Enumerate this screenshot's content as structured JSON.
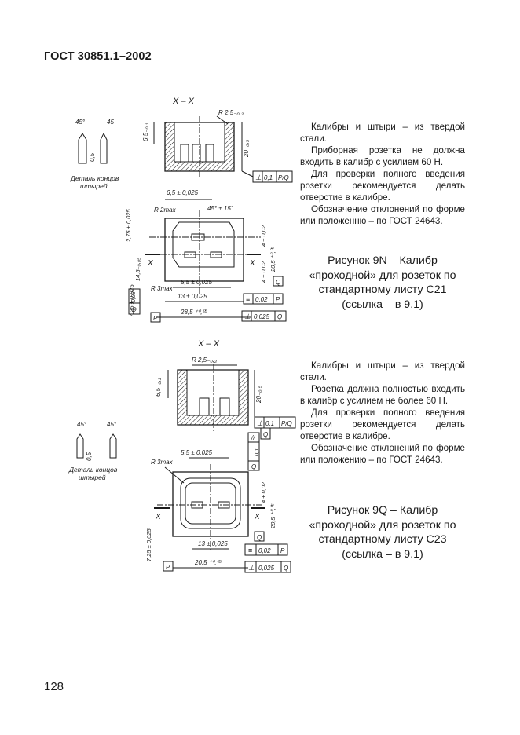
{
  "header": {
    "title": "ГОСТ 30851.1–2002"
  },
  "page_number": "128",
  "figure_9n": {
    "section_label": "X – X",
    "notes": [
      "Калибры и штыри – из твердой стали.",
      "Приборная розетка не должна входить в калибр с усилием 60 Н.",
      "Для проверки полного введения розетки рекомендуется делать отверстие в калибре.",
      "Обозначение отклонений по форме или положенню – по ГОСТ 24643."
    ],
    "caption": "Рисунок 9N – Калибр «проходной» для розеток по стандартному листу С21 (ссылка – в 9.1)",
    "pin_detail_label": [
      "Деталь концов",
      "штырей"
    ],
    "dims": {
      "r_top": "R 2,5₋₀,₂",
      "h_left": "6,5₋₀,₁",
      "h_right": "20₋₀,₅",
      "top_w": "6,5 ± 0,025",
      "r2max": "R 2max",
      "angle": "45° ± 15'",
      "left_v1": "2,75 ± 0,025",
      "left_v2": "14,5₋₀,₀₅",
      "left_v3": "7,25 ± 0,025",
      "right_v1": "4 ± 0,02",
      "right_v2": "20,5 ⁺⁰,⁰⁵",
      "right_v3": "4 ± 0,02",
      "r3max": "R 3max",
      "bot_w1": "5,5 ± 0,025",
      "bot_w2": "13 ± 0,025",
      "bot_w3": "28,5 ⁺⁰,⁰⁵",
      "pin_h": "0,5",
      "angle_a": "45°",
      "angle_b": "45",
      "x": "X"
    },
    "tolerances": {
      "perp_top": [
        "⊥",
        "0,1",
        "P/Q"
      ],
      "sym": [
        "≡",
        "0,02",
        "P"
      ],
      "pos": [
        "⊕",
        "0,02"
      ],
      "perp_bot": [
        "⊥",
        "0,025",
        "Q"
      ],
      "datum_p": "P",
      "datum_q": "Q"
    }
  },
  "figure_9q": {
    "section_label": "X – X",
    "notes": [
      "Калибры и штыри – из твердой стали.",
      "Розетка должна полностью входить в калибр с усилием не более 60 Н.",
      "Для проверки полного введения розетки рекомендуется делать отверстие в калибре.",
      "Обозначение отклонений по форме или положению – по ГОСТ 24643."
    ],
    "caption": "Рисунок 9Q – Калибр «проходной» для розеток по стандартному листу С23 (ссылка – в 9.1)",
    "pin_detail_label": [
      "Деталь концов",
      "штырей"
    ],
    "dims": {
      "r_top": "R 2,5₋₀,₂",
      "h_left": "6,5₋₀,₁",
      "h_right": "20₋₀,₅",
      "top_w": "5,5 ± 0,025",
      "r3max": "R 3max",
      "left_v": "7,25 ± 0,025",
      "right_v1": "4 ± 0,02",
      "right_v2": "20,5 ⁺⁰,⁰⁵",
      "bot_w1": "13 ± 0,025",
      "bot_w2": "20,5 ⁺⁰,⁰⁵",
      "pin_h": "0,5",
      "angle_a": "45°",
      "angle_b": "45°",
      "x": "X"
    },
    "tolerances": {
      "perp_top": [
        "⊥",
        "0,1",
        "P/Q"
      ],
      "par": [
        "//",
        "0,1",
        "Q"
      ],
      "sym": [
        "≡",
        "0,02",
        "P"
      ],
      "perp_bot": [
        "⊥",
        "0,025",
        "Q"
      ],
      "datum_p": "P",
      "datum_q": "Q"
    }
  }
}
